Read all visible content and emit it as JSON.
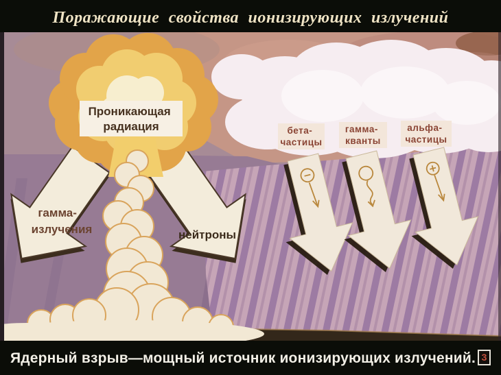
{
  "slide": {
    "title": "Поражающие свойства ионизирующих излучений",
    "caption_text": "Ядерный взрыв—мощный источник ионизирующих излучений.",
    "frame_number": "3"
  },
  "labels": {
    "penetrating_radiation_line1": "Проникающая",
    "penetrating_radiation_line2": "радиация",
    "gamma_rays_line1": "гамма-",
    "gamma_rays_line2": "излучения",
    "neutrons": "нейтроны",
    "beta_line1": "бета-",
    "beta_line2": "частицы",
    "gamma_quanta_line1": "гамма-",
    "gamma_quanta_line2": "кванты",
    "alpha_line1": "альфа-",
    "alpha_line2": "частицы",
    "beta_charge_symbol": "−",
    "alpha_charge_symbol": "+"
  },
  "colors": {
    "film_bar": "#0b0d08",
    "title_text": "#efe3c4",
    "caption_text": "#f2efe6",
    "frame_number_text": "#c5503c",
    "background_mauve": "#a78b96",
    "sky_salmon": "#c59686",
    "stripe_light": "#c6a5b7",
    "stripe_dark": "#9d7ba3",
    "explosion_orange": "#e2a449",
    "explosion_yellow": "#f1cd70",
    "smoke_cream": "#f2e8d4",
    "arrow_white": "#f3ecdb",
    "label_text_brown": "#6b4330",
    "particle_label_text": "#8a4434",
    "symbol_orange": "#b9873c"
  }
}
